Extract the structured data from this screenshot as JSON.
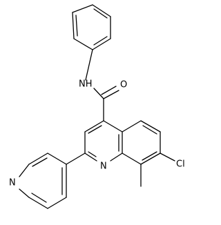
{
  "molecule": {
    "atom_labels": {
      "nh": "NH",
      "oxygen": "O",
      "quinoline_n": "N",
      "pyridine_n": "N",
      "chlorine": "Cl"
    },
    "colors": {
      "bonds": "#000000",
      "labels": "#000000",
      "background": "#ffffff"
    }
  }
}
